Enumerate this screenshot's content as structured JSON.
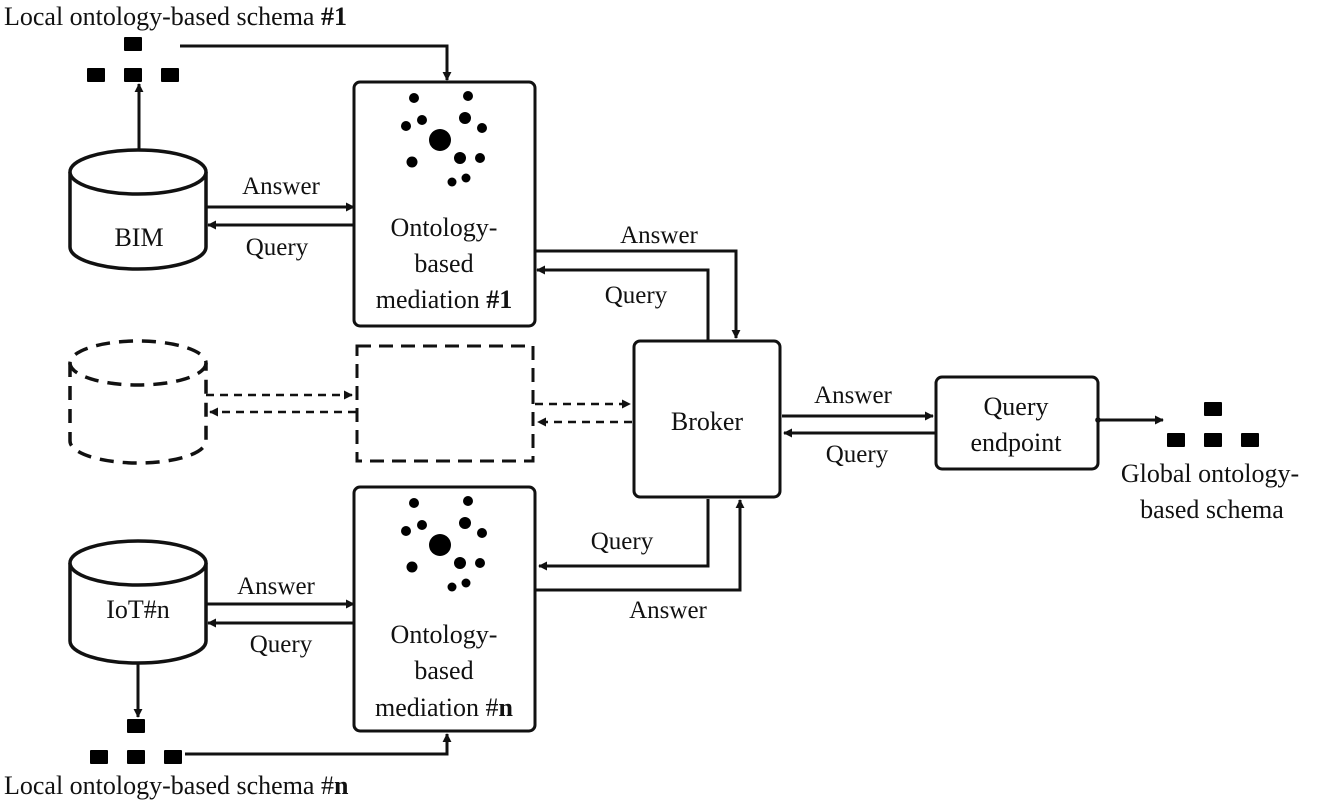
{
  "labels": {
    "local_schema_1_prefix": "Local ontology-based  schema ",
    "local_schema_1_suffix": "#1",
    "local_schema_n_prefix": "Local ontology-based schema #",
    "local_schema_n_suffix": "n",
    "bim": "BIM",
    "iot": "IoT#n",
    "mediation_1": [
      "Ontology-",
      "based",
      "mediation "
    ],
    "mediation_1_suffix": "#1",
    "mediation_n": [
      "Ontology-",
      "based",
      "mediation #"
    ],
    "mediation_n_suffix": "n",
    "broker": "Broker",
    "query_endpoint": [
      "Query",
      "endpoint"
    ],
    "global_schema": [
      "Global ontology-",
      "based schema"
    ],
    "answer": "Answer",
    "query": "Query"
  },
  "icons": {
    "schema_tree": "hierarchy-tree-icon",
    "mediation": "network-graph-icon",
    "database": "database-cylinder-icon"
  },
  "colors": {
    "ink": "#111111",
    "background": "#ffffff",
    "icon_ink": "#2a2a2a"
  }
}
